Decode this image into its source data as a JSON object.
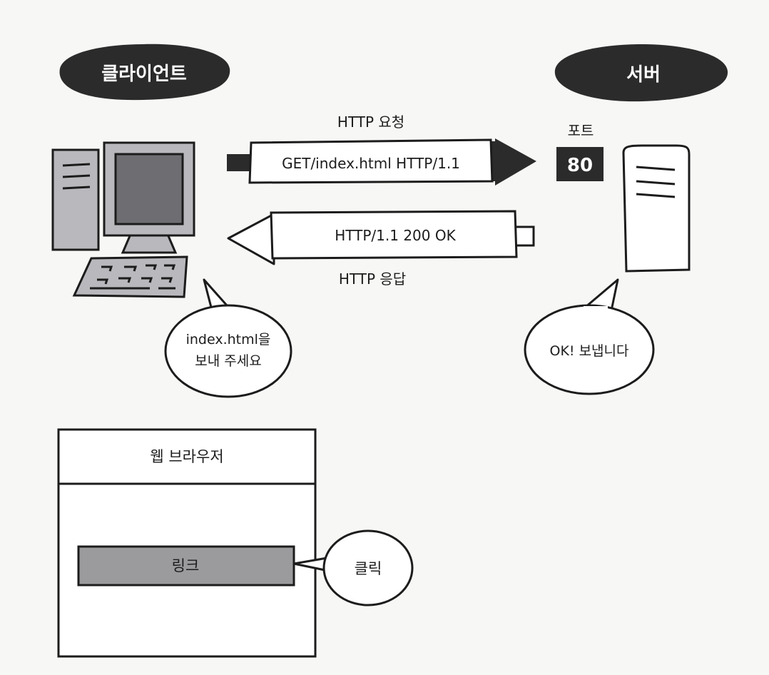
{
  "client_label": "클라이언트",
  "server_label": "서버",
  "request": {
    "caption": "HTTP 요청",
    "message": "GET/index.html HTTP/1.1"
  },
  "response": {
    "caption": "HTTP 응답",
    "message": "HTTP/1.1 200 OK"
  },
  "port": {
    "label": "포트",
    "number": "80"
  },
  "client_bubble": {
    "line1": "index.html을",
    "line2": "보내 주세요"
  },
  "server_bubble": "OK! 보냅니다",
  "browser": {
    "title": "웹 브라우저",
    "link_label": "링크",
    "click_label": "클릭"
  },
  "colors": {
    "dark": "#2b2b2b",
    "panel_gray": "#b8b8bd",
    "screen_gray": "#6e6e72",
    "link_gray": "#9b9b9e",
    "page_bg": "#f7f7f5"
  }
}
